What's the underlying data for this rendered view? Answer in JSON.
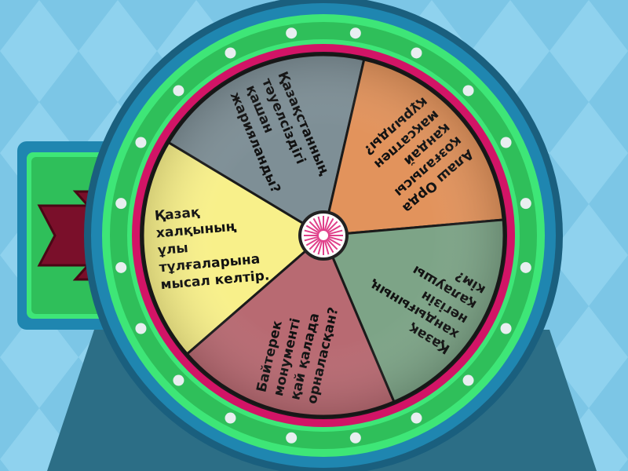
{
  "game": {
    "type": "spin-the-wheel",
    "pointer_icon": "arrow-right-icon",
    "colors": {
      "background": "#7cc6e6",
      "background_pattern": "#8fd0ec",
      "stand": "#2c6e86",
      "outer_ring": "#1f86b0",
      "green_ring": "#2fbf5a",
      "light_green_ring": "#3ee677",
      "pink_ring": "#d21466",
      "pointer_arrow": "#7a0f2a",
      "hub": "#e0408a"
    },
    "segments": [
      {
        "label": "Қазақ халқының ұлы тұлғаларына мысал келтір.",
        "lines": [
          "Қазақ",
          "халқының",
          "ұлы",
          "тұлғаларына",
          "мысал келтір."
        ],
        "color": "#f8f08a"
      },
      {
        "label": "Қазақстанның тәуелсіздігі қашан жарияланды?",
        "lines": [
          "Қазақстанның",
          "тәуелсіздігі",
          "қашан",
          "жарияланды?"
        ],
        "color": "#7e8f96"
      },
      {
        "label": "Алаш Орда қозғалысы қандай мақсатпен құрылды?",
        "lines": [
          "Алаш Орда",
          "қозғалысы",
          "қандай",
          "мақсатпен",
          "құрылды?"
        ],
        "color": "#e2935c"
      },
      {
        "label": "Қазақ хандығының негізін қалаушы кім?",
        "lines": [
          "Қазақ",
          "хандығының",
          "негізін",
          "қалаушы",
          "кім?"
        ],
        "color": "#7da487"
      },
      {
        "label": "Байтерек монументі қай қалада орналасқан?",
        "lines": [
          "Байтерек",
          "монументі",
          "қай қалада",
          "орналасқан?"
        ],
        "color": "#b86a72"
      }
    ]
  }
}
